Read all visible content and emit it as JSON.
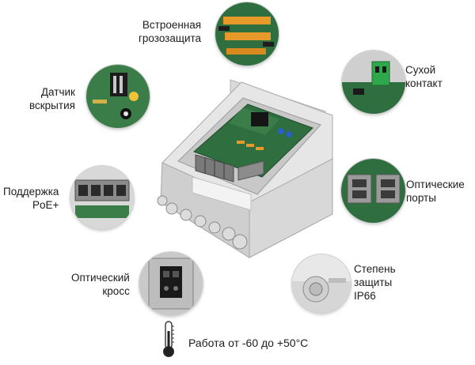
{
  "features": {
    "lightning": [
      "Встроенная",
      "грозозащита"
    ],
    "tamper": [
      "Датчик",
      "вскрытия"
    ],
    "poe": [
      "Поддержка",
      "PoE+"
    ],
    "optical_cross": [
      "Оптический",
      "кросс"
    ],
    "dry_contact": [
      "Сухой",
      "контакт"
    ],
    "optical_ports": [
      "Оптические",
      "порты"
    ],
    "ip_rating": [
      "Степень",
      "защиты",
      "IP66"
    ],
    "temperature": "Работа от -60 до +50°C"
  },
  "icons": {
    "temperature": "thermometer-icon"
  },
  "colors": {
    "pcb_green": "#2f6e3e",
    "enclosure_grey": "#e4e4e4",
    "terminal_orange": "#e69a2a"
  }
}
